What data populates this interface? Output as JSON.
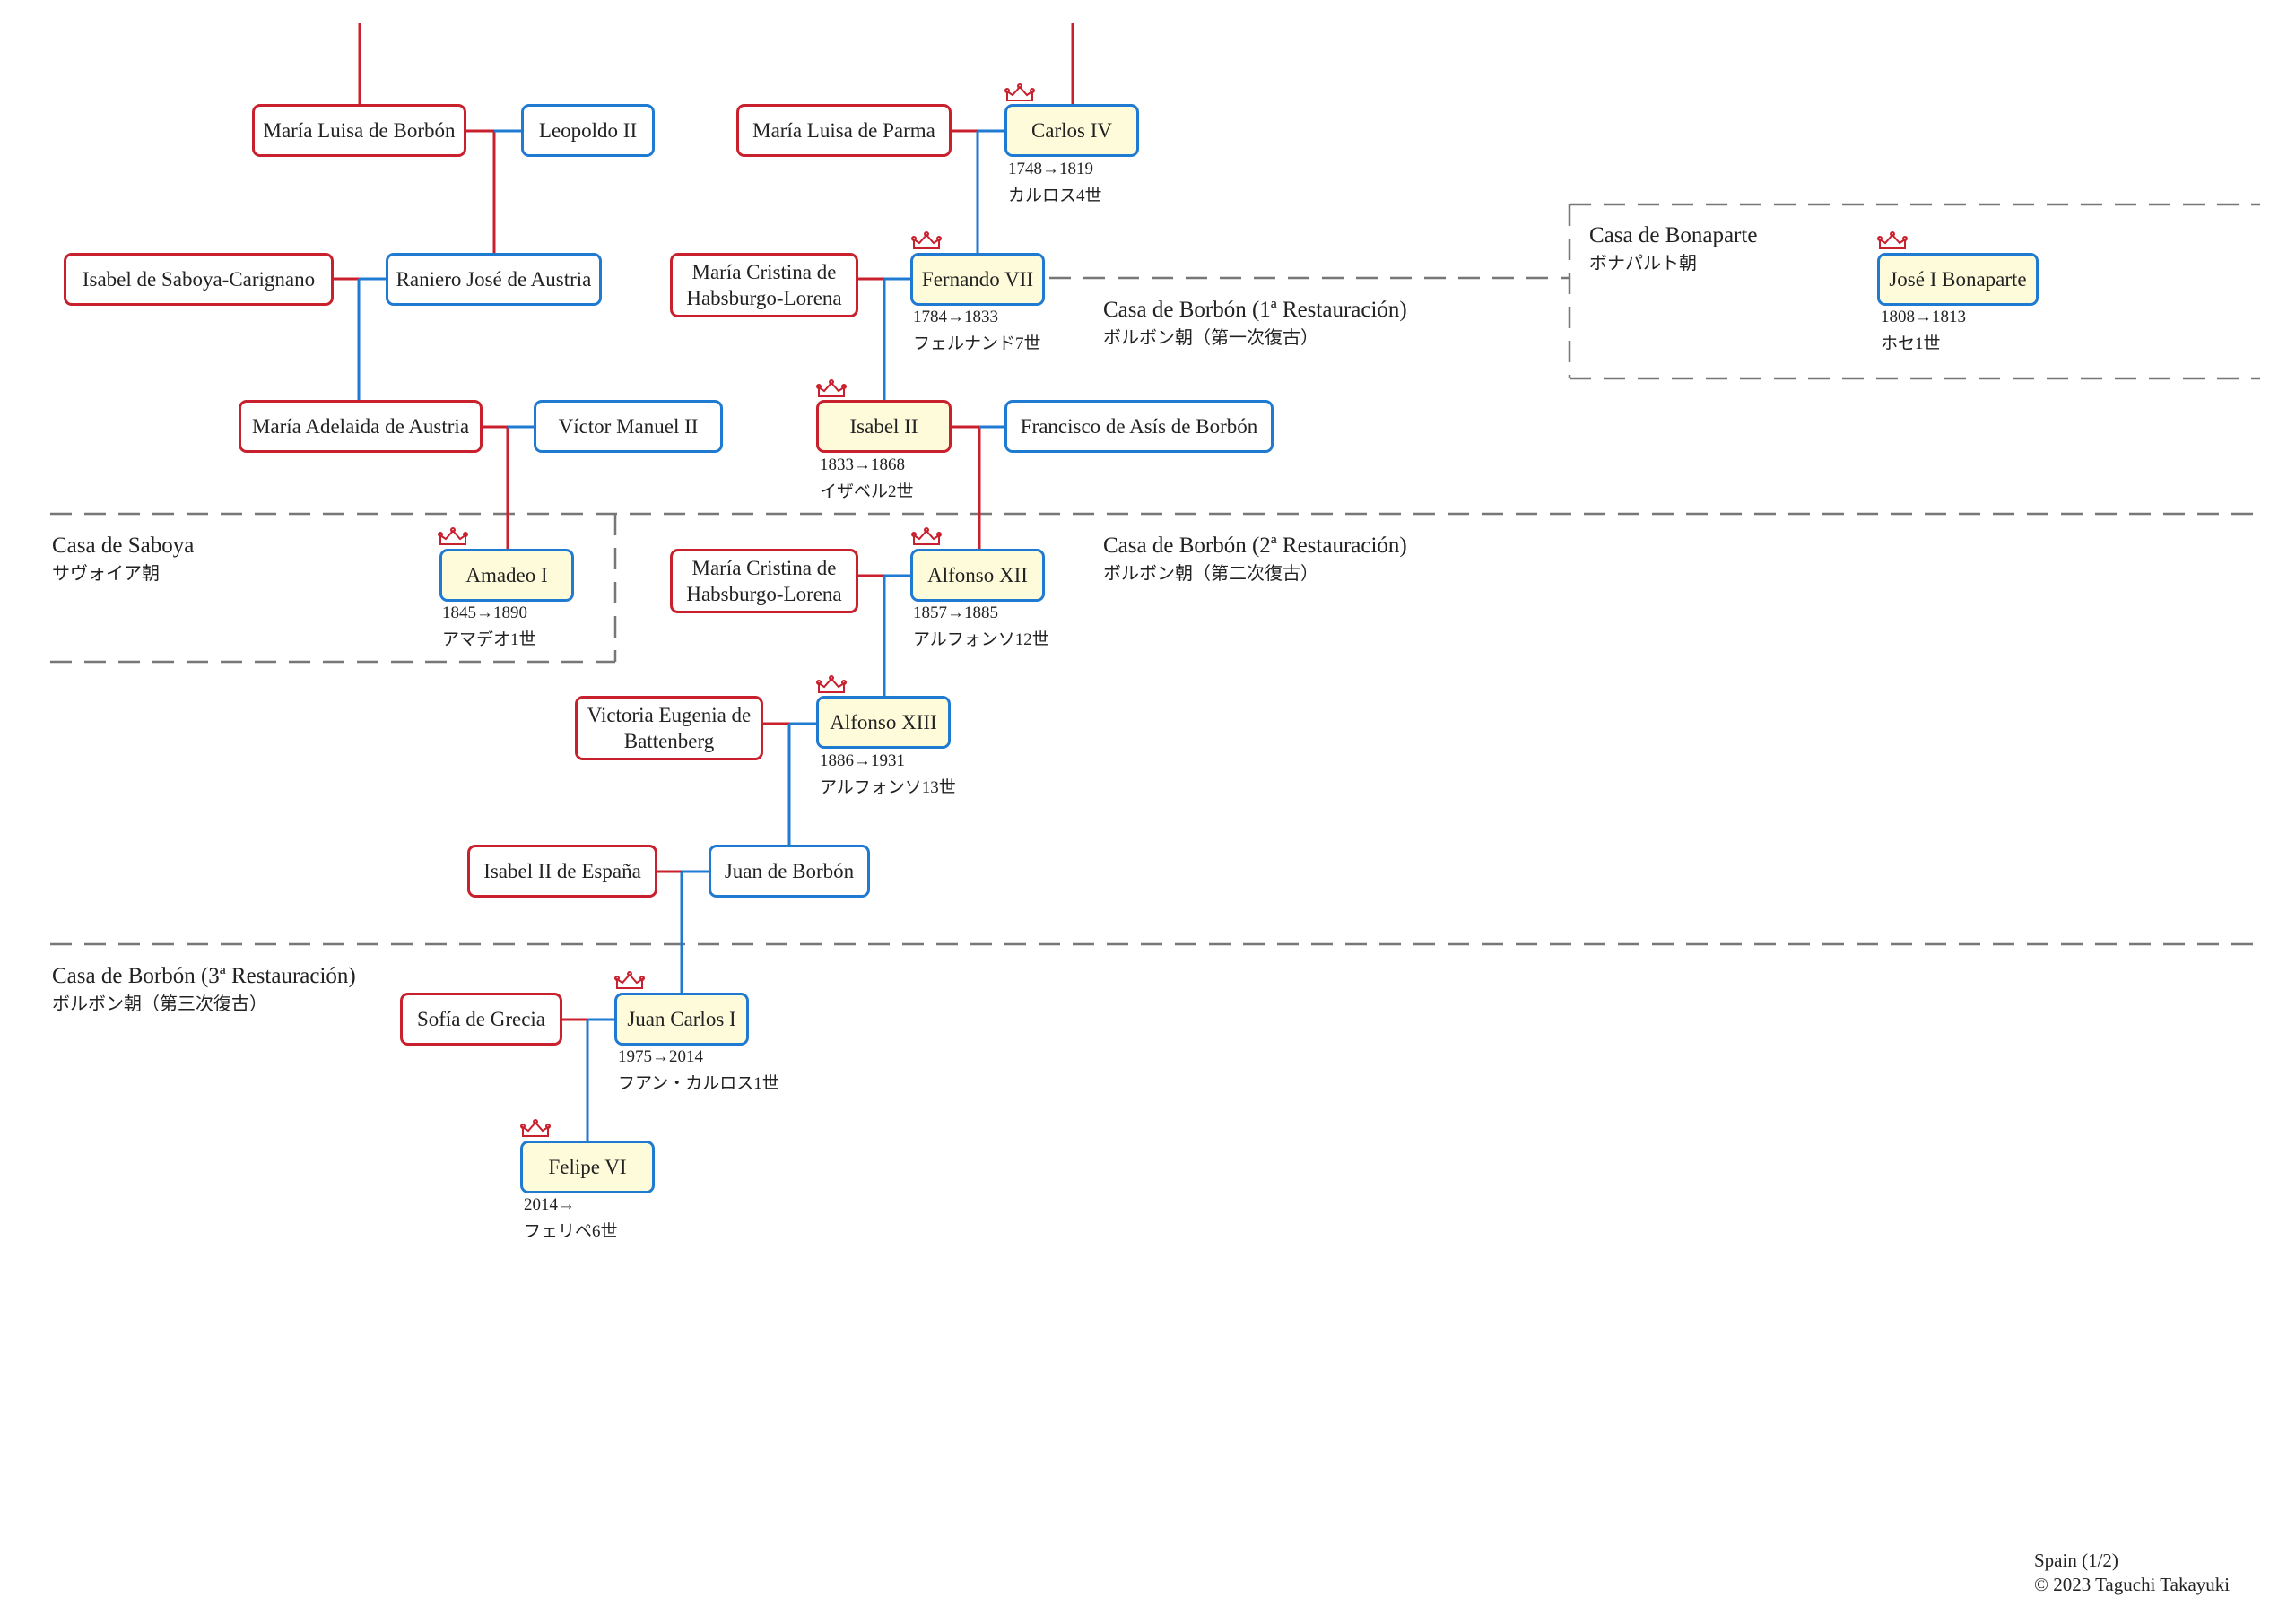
{
  "persons": {
    "maria_luisa_borbon": "María Luisa de Borbón",
    "leopoldo_ii": "Leopoldo II",
    "maria_luisa_parma": "María Luisa de Parma",
    "carlos_iv": "Carlos IV",
    "isabel_saboya": "Isabel de Saboya-Carignano",
    "raniero": "Raniero José de Austria",
    "maria_cristina_1": "María Cristina de Habsburgo-Lorena",
    "fernando_vii": "Fernando VII",
    "jose_i": "José I Bonaparte",
    "maria_adelaida": "María Adelaida de Austria",
    "victor_manuel": "Víctor Manuel II",
    "isabel_ii": "Isabel II",
    "francisco_asis": "Francisco de Asís de Borbón",
    "amadeo_i": "Amadeo I",
    "maria_cristina_2": "María Cristina de Habsburgo-Lorena",
    "alfonso_xii": "Alfonso XII",
    "victoria_eugenia": "Victoria Eugenia de Battenberg",
    "alfonso_xiii": "Alfonso XIII",
    "isabel_ii_espana": "Isabel II de España",
    "juan_borbon": "Juan de Borbón",
    "sofia": "Sofía de Grecia",
    "juan_carlos": "Juan Carlos I",
    "felipe_vi": "Felipe VI"
  },
  "reigns": {
    "carlos_iv": {
      "years": "1748→1819",
      "jp": "カルロス4世"
    },
    "fernando_vii": {
      "years": "1784→1833",
      "jp": "フェルナンド7世"
    },
    "jose_i": {
      "years": "1808→1813",
      "jp": "ホセ1世"
    },
    "isabel_ii": {
      "years": "1833→1868",
      "jp": "イザベル2世"
    },
    "amadeo_i": {
      "years": "1845→1890",
      "jp": "アマデオ1世"
    },
    "alfonso_xii": {
      "years": "1857→1885",
      "jp": "アルフォンソ12世"
    },
    "alfonso_xiii": {
      "years": "1886→1931",
      "jp": "アルフォンソ13世"
    },
    "juan_carlos": {
      "years": "1975→2014",
      "jp": "フアン・カルロス1世"
    },
    "felipe_vi": {
      "years": "2014→",
      "jp": "フェリペ6世"
    }
  },
  "houses": {
    "bonaparte": {
      "name": "Casa de Bonaparte",
      "jp": "ボナパルト朝"
    },
    "borbon_1": {
      "name": "Casa de Borbón (1ª Restauración)",
      "jp": "ボルボン朝（第一次復古）"
    },
    "saboya": {
      "name": "Casa de Saboya",
      "jp": "サヴォイア朝"
    },
    "borbon_2": {
      "name": "Casa de Borbón (2ª Restauración)",
      "jp": "ボルボン朝（第二次復古）"
    },
    "borbon_3": {
      "name": "Casa de Borbón (3ª Restauración)",
      "jp": "ボルボン朝（第三次復古）"
    }
  },
  "footer": {
    "page": "Spain (1/2)",
    "copyright": "© 2023 Taguchi Takayuki"
  },
  "colors": {
    "female": "#c8202c",
    "male": "#1f7ad1",
    "monarch_fill": "#fdfbd9",
    "dash": "#777777"
  }
}
